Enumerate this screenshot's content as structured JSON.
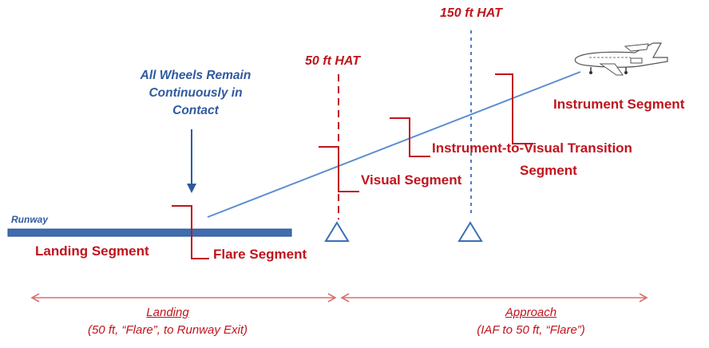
{
  "hat_labels": {
    "hat_150": "150 ft HAT",
    "hat_50": "50 ft HAT"
  },
  "note": {
    "line1": "All Wheels Remain",
    "line2": "Continuously in",
    "line3": "Contact"
  },
  "runway_label": "Runway",
  "segments": {
    "instrument": "Instrument Segment",
    "transition_line1": "Instrument-to-Visual Transition",
    "transition_line2": "Segment",
    "visual": "Visual Segment",
    "flare": "Flare Segment",
    "landing": "Landing Segment"
  },
  "phases": {
    "landing_title": "Landing",
    "landing_sub": "(50 ft, “Flare”, to Runway Exit)",
    "approach_title": "Approach",
    "approach_sub": "(IAF to 50 ft, “Flare”)"
  },
  "colors": {
    "red": "#c0141d",
    "blue_line": "#5b8fd0",
    "runway": "#3f6db0",
    "text_blue": "#2f5aa0",
    "arrow": "#d9706f",
    "marker": "#3a6fb5"
  },
  "icons": {
    "aircraft": "business-jet-icon",
    "marker": "triangle-marker-icon"
  }
}
